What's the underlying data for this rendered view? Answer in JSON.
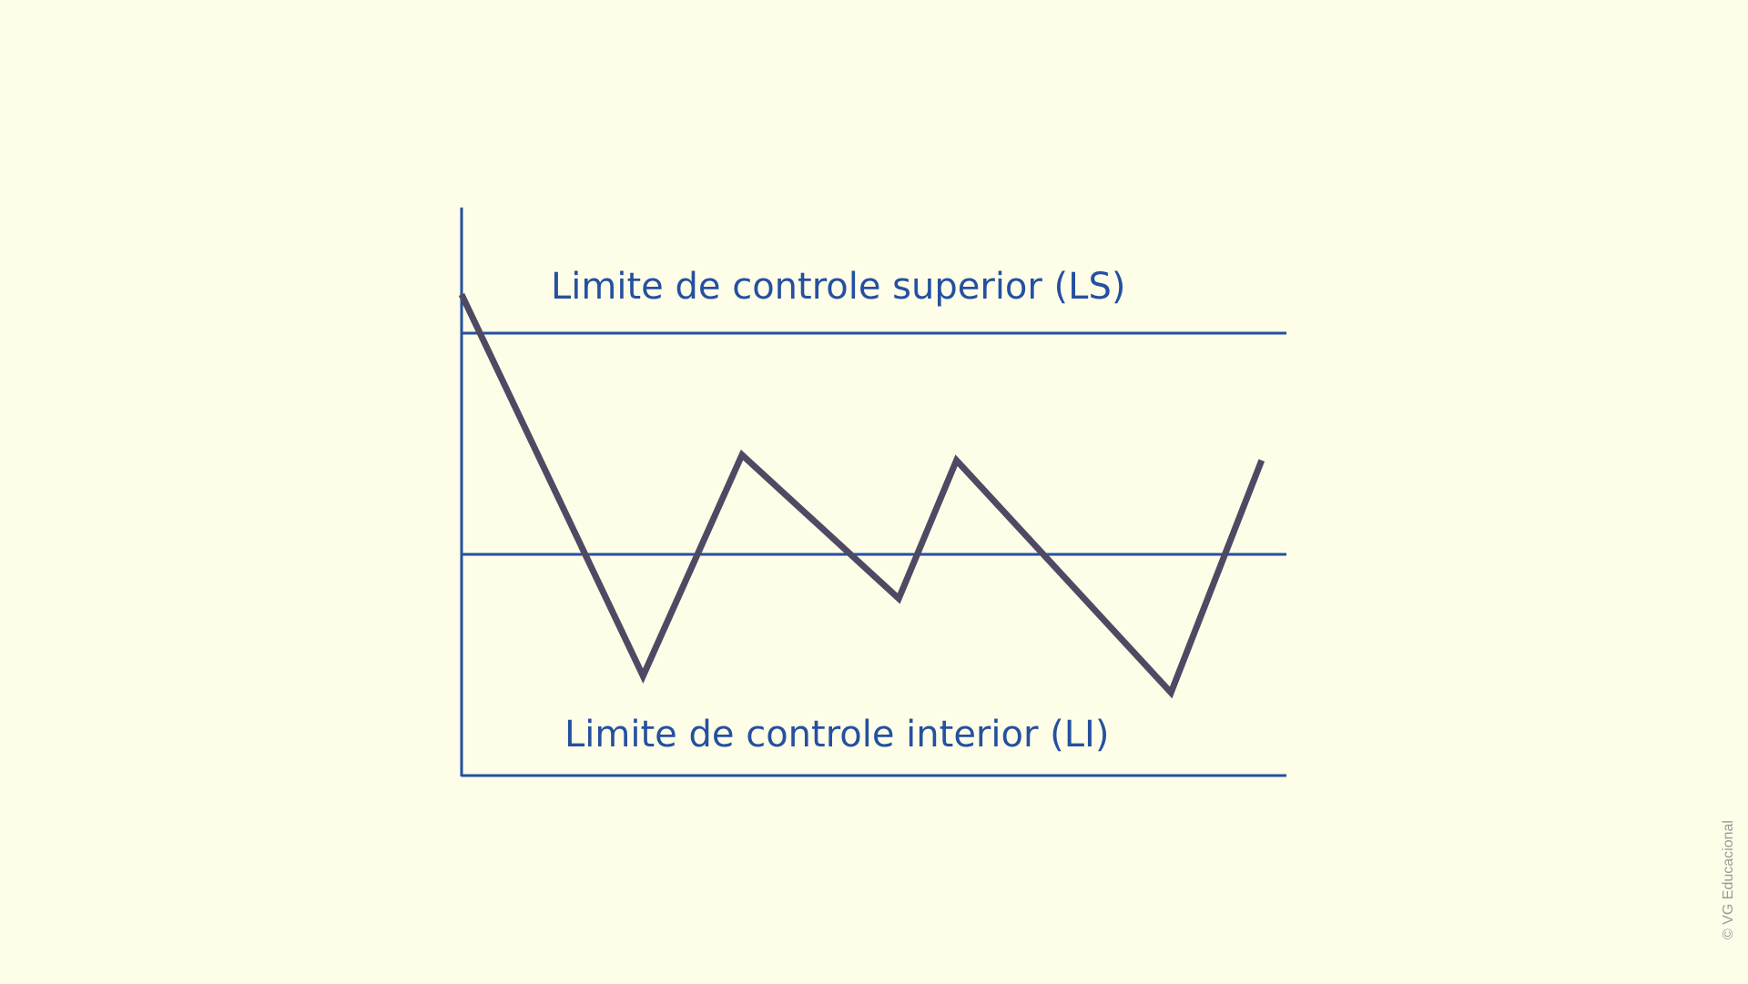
{
  "colors": {
    "background": "#fdfde8",
    "background_band": "#fcfbe0",
    "reference_lines": "#2550a0",
    "series_line": "#4e4a63"
  },
  "credit": "© VG Educacional",
  "chart_data": {
    "type": "line",
    "title": "",
    "xlabel": "",
    "ylabel": "",
    "xlim": [
      0,
      100
    ],
    "ylim": [
      0,
      100
    ],
    "grid": false,
    "legend": "none",
    "series": [
      {
        "x": [
          0,
          22,
          34,
          53,
          60,
          86,
          97
        ],
        "values": [
          87,
          18,
          58,
          32,
          57,
          15,
          57
        ]
      }
    ],
    "reference_lines": [
      {
        "y": 80,
        "label": "Limite de controle superior (LS)"
      },
      {
        "y": 40,
        "label": ""
      },
      {
        "y": 0,
        "label": "Limite de controle interior (LI)"
      }
    ]
  }
}
